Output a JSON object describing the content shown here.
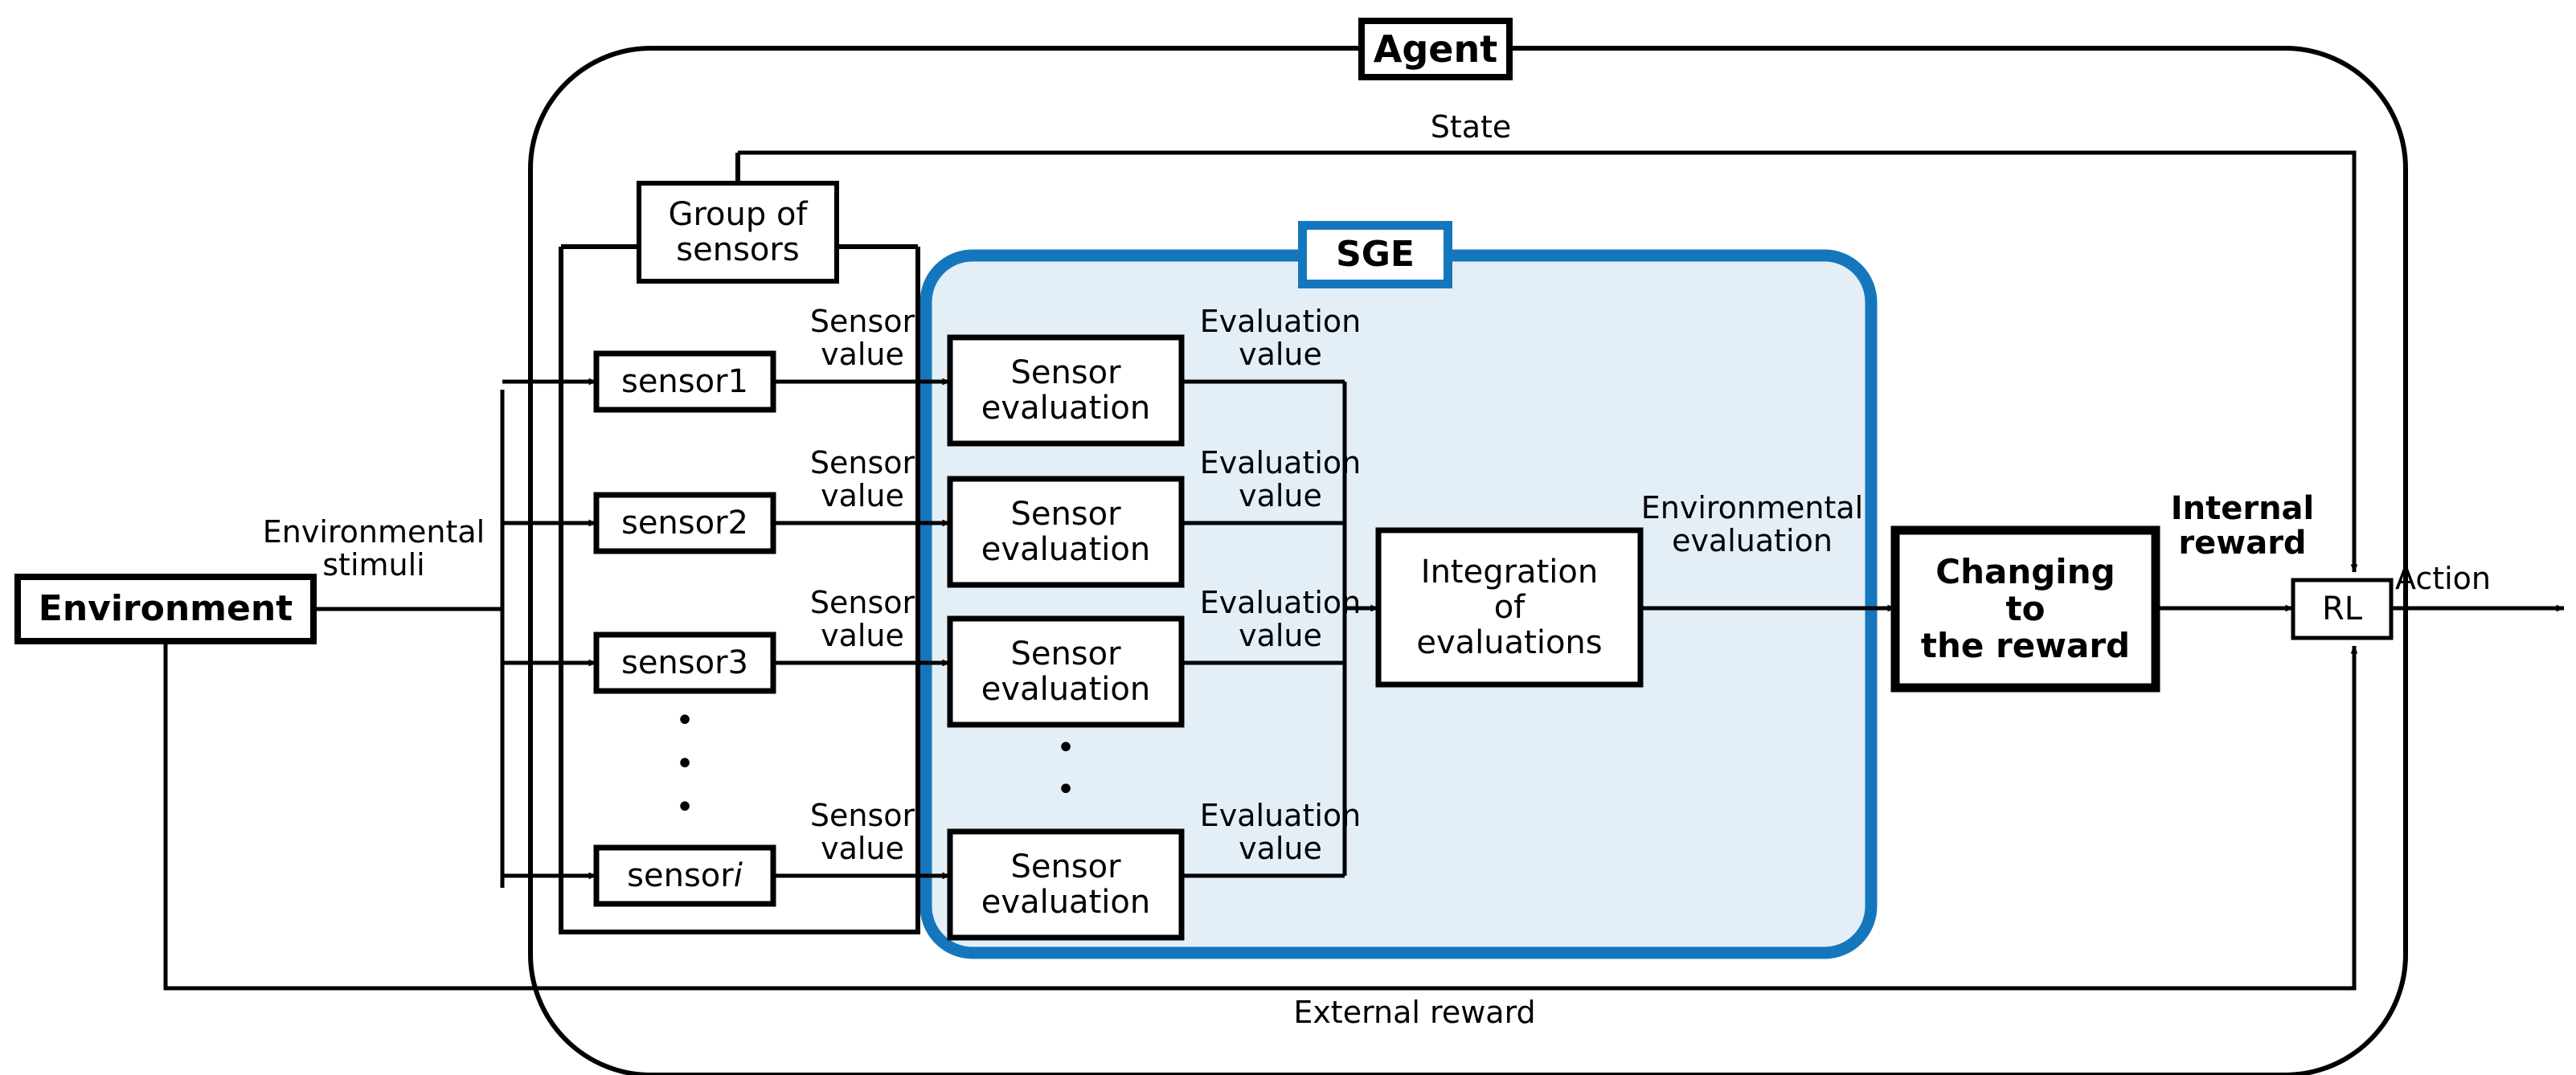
{
  "diagram": {
    "title": "Agent architecture with Sensor Group Evaluation (SGE)",
    "colors": {
      "blue_accent": "#1477BE",
      "sge_fill": "#E3EEF7",
      "line": "#000000",
      "background": "#FFFFFF"
    },
    "outer": {
      "agent_label": "Agent",
      "environment_label": "Environment",
      "sge_label": "SGE"
    },
    "edge_labels": {
      "state": "State",
      "environmental_stimuli": "Environmental\nstimuli",
      "environmental_evaluation": "Environmental\nevaluation",
      "internal_reward": "Internal\nreward",
      "external_reward": "External reward",
      "action": "Action",
      "sensor_value": "Sensor\nvalue",
      "evaluation_value": "Evaluation\nvalue"
    },
    "sensor_group": {
      "group_label": "Group of\nsensors",
      "sensors": [
        {
          "label": "sensor1",
          "italic_tail": ""
        },
        {
          "label": "sensor2",
          "italic_tail": ""
        },
        {
          "label": "sensor3",
          "italic_tail": ""
        },
        {
          "label": "sensor ",
          "italic_tail": "i"
        }
      ],
      "ellipsis": "•"
    },
    "sge_panel": {
      "evaluators": [
        "Sensor\nevaluation",
        "Sensor\nevaluation",
        "Sensor\nevaluation",
        "Sensor\nevaluation"
      ],
      "ellipsis": "•",
      "integration_label": "Integration\nof\nevaluations"
    },
    "reward_stage": {
      "changing_label": "Changing\nto\nthe reward",
      "rl_label": "RL"
    },
    "sensor_value_labels": [
      "Sensor\nvalue",
      "Sensor\nvalue",
      "Sensor\nvalue",
      "Sensor\nvalue"
    ],
    "evaluation_value_labels": [
      "Evaluation\nvalue",
      "Evaluation\nvalue",
      "Evaluation\nvalue",
      "Evaluation\nvalue"
    ]
  }
}
